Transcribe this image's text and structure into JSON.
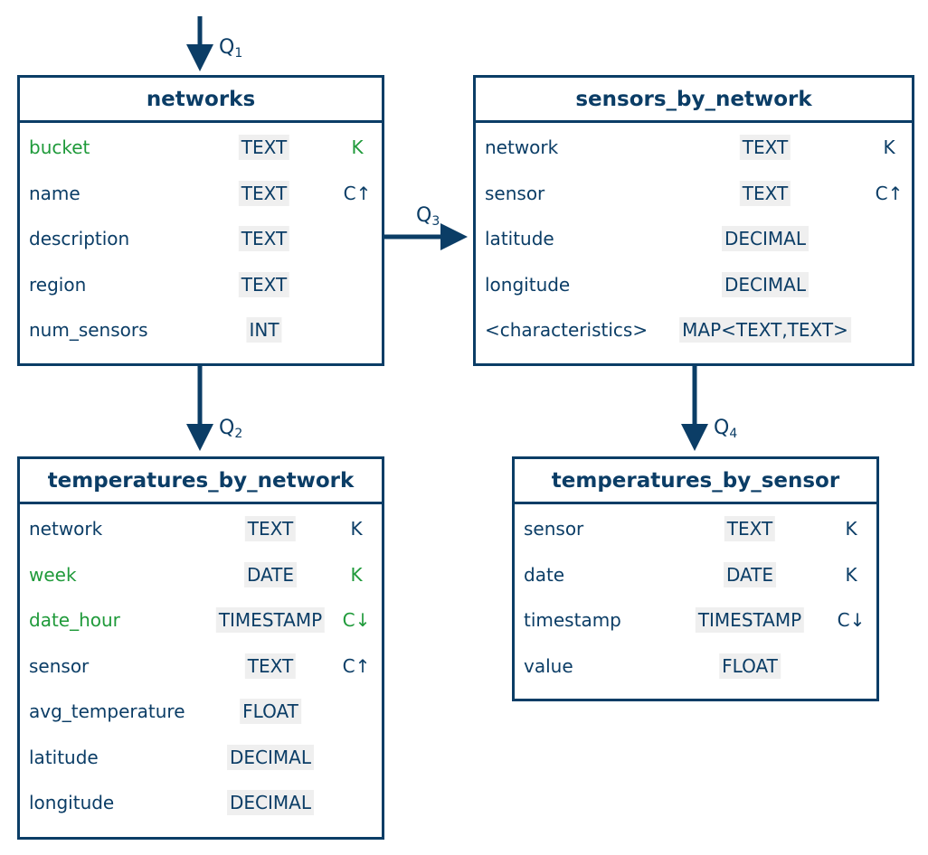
{
  "queries": [
    {
      "base": "Q",
      "sub": "1"
    },
    {
      "base": "Q",
      "sub": "2"
    },
    {
      "base": "Q",
      "sub": "3"
    },
    {
      "base": "Q",
      "sub": "4"
    }
  ],
  "tables": [
    {
      "title": "networks",
      "rows": [
        {
          "name": "bucket",
          "type": "TEXT",
          "key": "K",
          "highlight": true
        },
        {
          "name": "name",
          "type": "TEXT",
          "key": "C↑",
          "highlight": false
        },
        {
          "name": "description",
          "type": "TEXT",
          "key": "",
          "highlight": false
        },
        {
          "name": "region",
          "type": "TEXT",
          "key": "",
          "highlight": false
        },
        {
          "name": "num_sensors",
          "type": "INT",
          "key": "",
          "highlight": false
        }
      ]
    },
    {
      "title": "sensors_by_network",
      "rows": [
        {
          "name": "network",
          "type": "TEXT",
          "key": "K",
          "highlight": false
        },
        {
          "name": "sensor",
          "type": "TEXT",
          "key": "C↑",
          "highlight": false
        },
        {
          "name": "latitude",
          "type": "DECIMAL",
          "key": "",
          "highlight": false
        },
        {
          "name": "longitude",
          "type": "DECIMAL",
          "key": "",
          "highlight": false
        },
        {
          "name": "<characteristics>",
          "type": "MAP<TEXT,TEXT>",
          "key": "",
          "highlight": false
        }
      ]
    },
    {
      "title": "temperatures_by_network",
      "rows": [
        {
          "name": "network",
          "type": "TEXT",
          "key": "K",
          "highlight": false
        },
        {
          "name": "week",
          "type": "DATE",
          "key": "K",
          "highlight": true
        },
        {
          "name": "date_hour",
          "type": "TIMESTAMP",
          "key": "C↓",
          "highlight": true
        },
        {
          "name": "sensor",
          "type": "TEXT",
          "key": "C↑",
          "highlight": false
        },
        {
          "name": "avg_temperature",
          "type": "FLOAT",
          "key": "",
          "highlight": false
        },
        {
          "name": "latitude",
          "type": "DECIMAL",
          "key": "",
          "highlight": false
        },
        {
          "name": "longitude",
          "type": "DECIMAL",
          "key": "",
          "highlight": false
        }
      ]
    },
    {
      "title": "temperatures_by_sensor",
      "rows": [
        {
          "name": "sensor",
          "type": "TEXT",
          "key": "K",
          "highlight": false
        },
        {
          "name": "date",
          "type": "DATE",
          "key": "K",
          "highlight": false
        },
        {
          "name": "timestamp",
          "type": "TIMESTAMP",
          "key": "C↓",
          "highlight": false
        },
        {
          "name": "value",
          "type": "FLOAT",
          "key": "",
          "highlight": false
        }
      ]
    }
  ],
  "colors": {
    "primary": "#0b3d66",
    "highlight": "#1f9a3a",
    "type_background": "#efefef"
  }
}
